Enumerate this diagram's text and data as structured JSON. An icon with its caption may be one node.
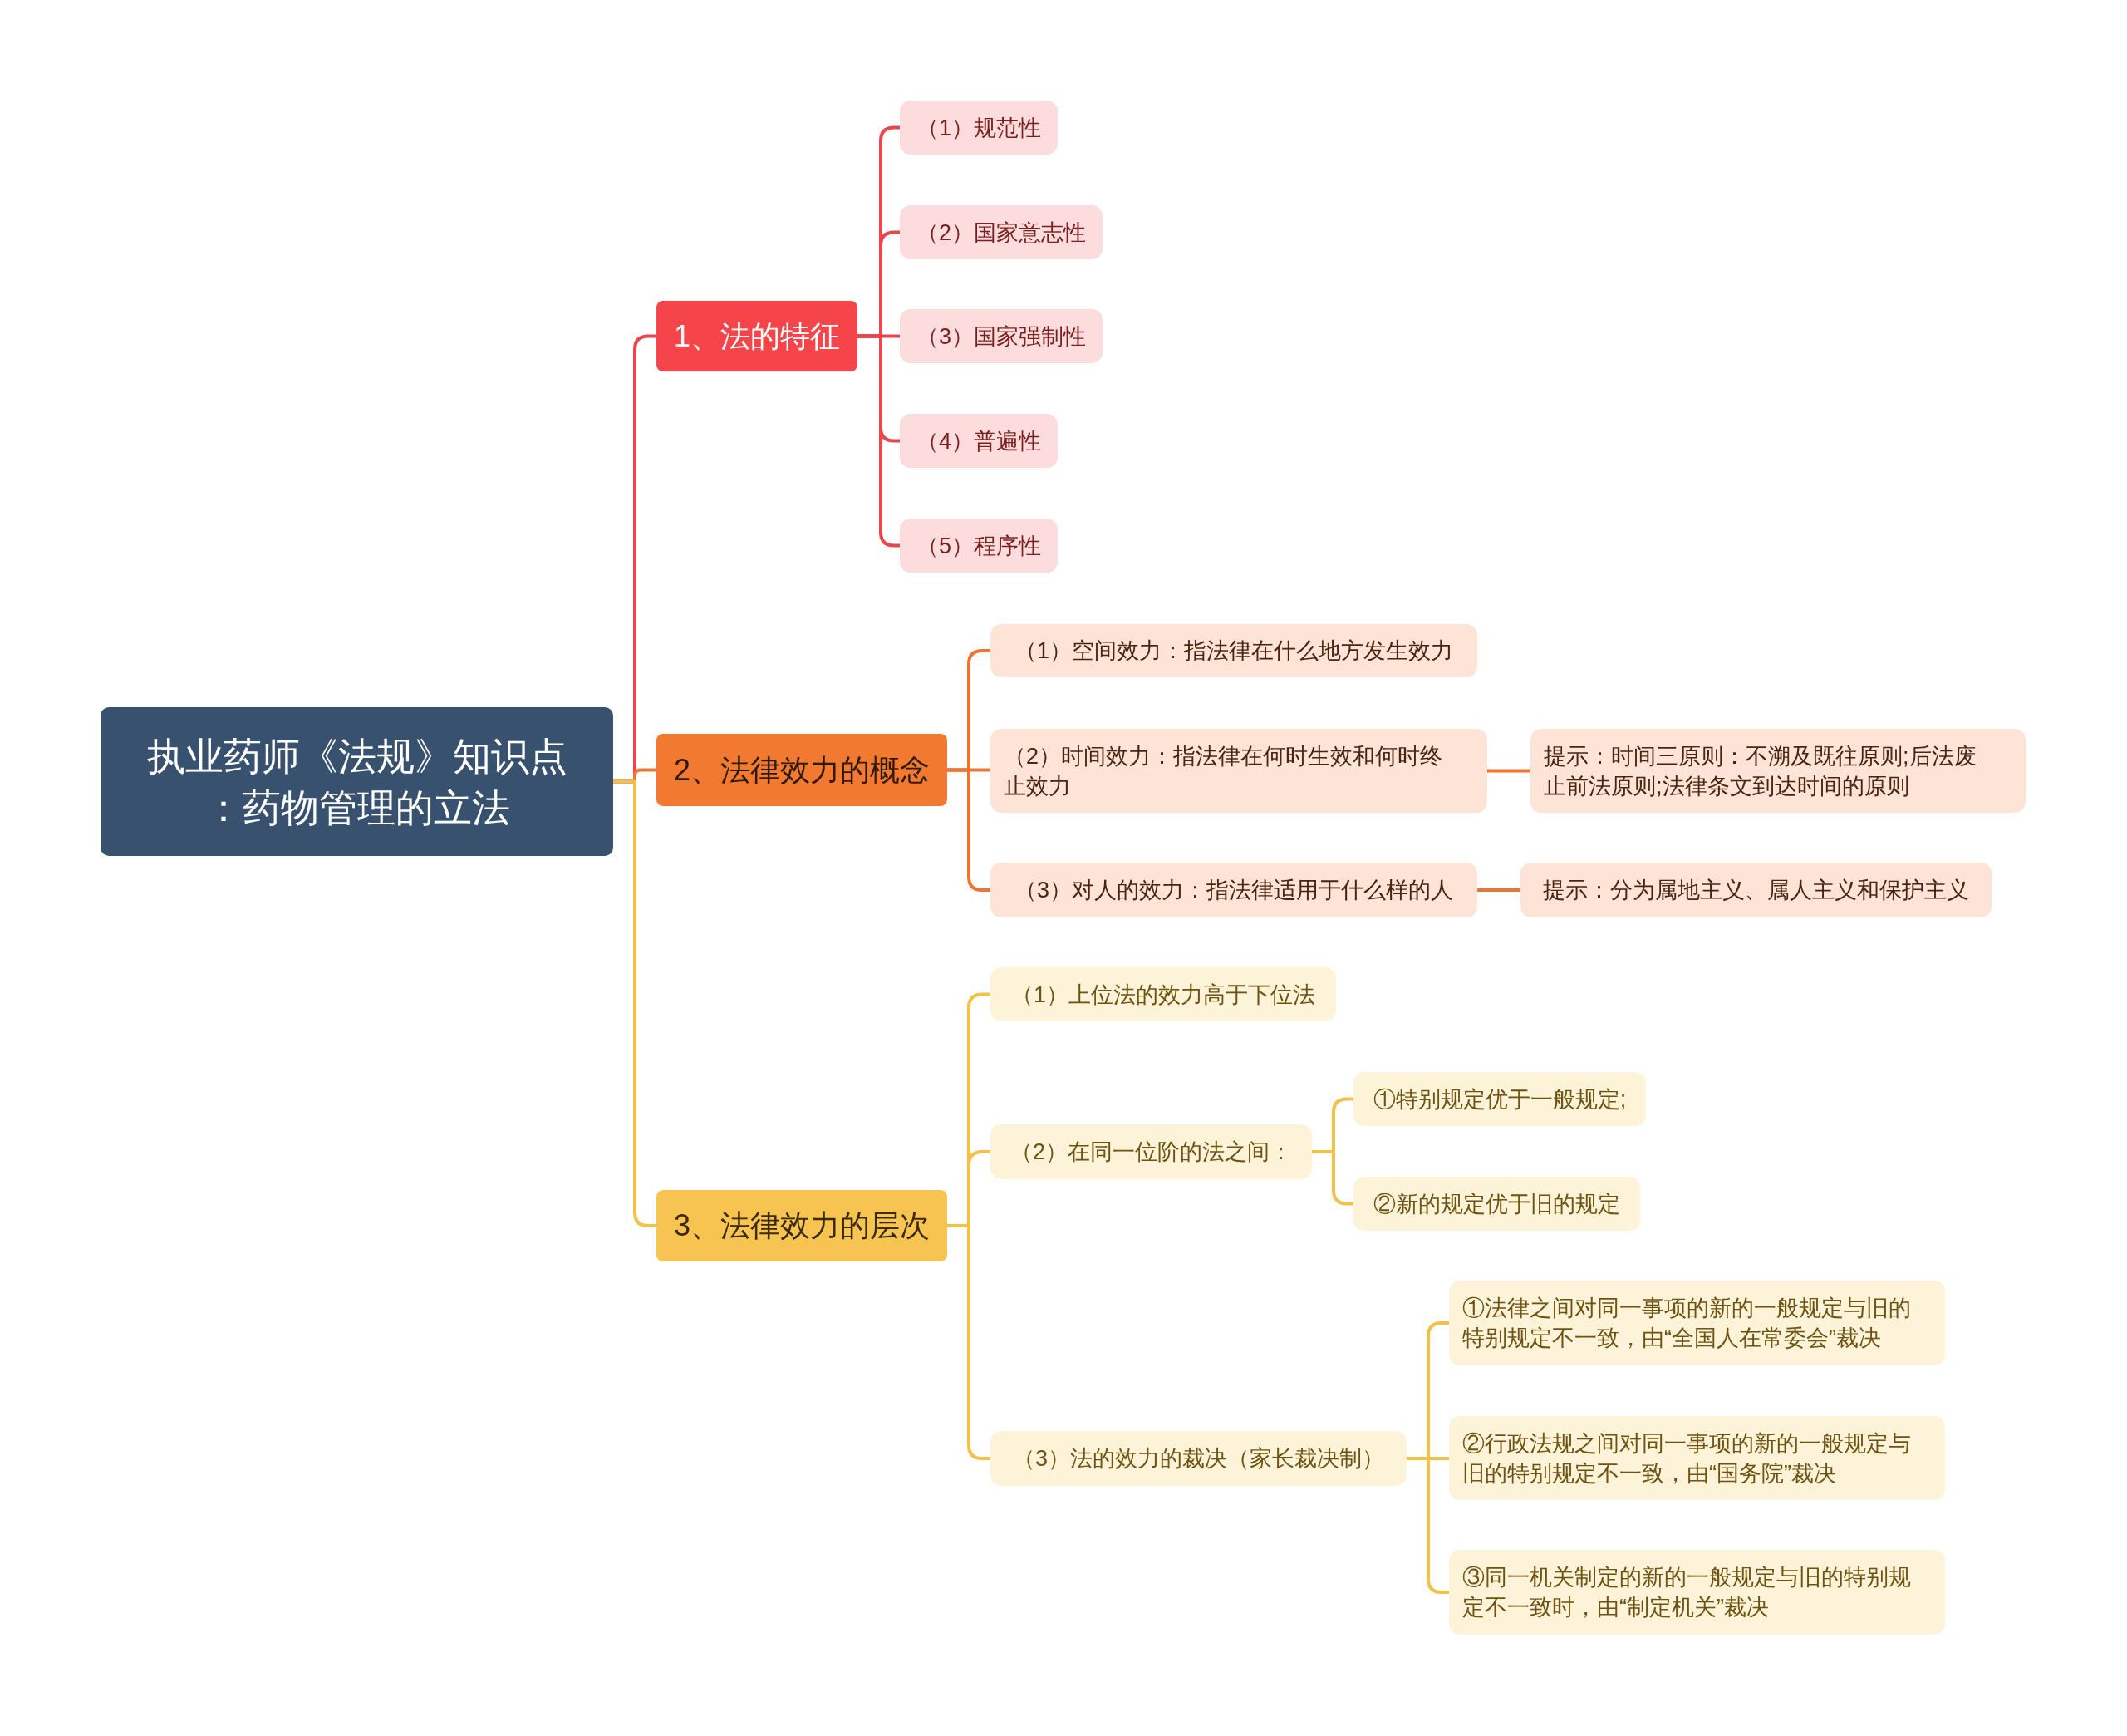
{
  "diagram": {
    "nodes": [
      {
        "text": [
          "执业药师《法规》知识点：药物管理的立法"
        ]
      },
      {
        "text": [
          "1、法的特征"
        ]
      },
      {
        "text": [
          "（1）规范性"
        ]
      },
      {
        "text": [
          "（2）国家意志性"
        ]
      },
      {
        "text": [
          "（3）国家强制性"
        ]
      },
      {
        "text": [
          "（4）普遍性"
        ]
      },
      {
        "text": [
          "（5）程序性"
        ]
      },
      {
        "text": [
          "2、法律效力的概念"
        ]
      },
      {
        "text": [
          "（1）空间效力：指法律在什么地方发生效力"
        ]
      },
      {
        "text": [
          "（2）时间效力：指法律在何时生效和何时终止效力"
        ]
      },
      {
        "text": [
          "提示：时间三原则：不溯及既往原则;后法废止前法原则;法律条文到达时间的原则"
        ]
      },
      {
        "text": [
          "（3）对人的效力：指法律适用于什么样的人"
        ]
      },
      {
        "text": [
          "提示：分为属地主义、属人主义和保护主义"
        ]
      },
      {
        "text": [
          "3、法律效力的层次"
        ]
      },
      {
        "text": [
          "（1）上位法的效力高于下位法"
        ]
      },
      {
        "text": [
          "（2）在同一位阶的法之间："
        ]
      },
      {
        "text": [
          "①特别规定优于一般规定;"
        ]
      },
      {
        "text": [
          "②新的规定优于旧的规定"
        ]
      },
      {
        "text": [
          "（3）法的效力的裁决（家长裁决制）"
        ]
      },
      {
        "text": [
          "①法律之间对同一事项的新的一般规定与旧的特别规定不一致，由“全国人在常委会”裁决"
        ]
      },
      {
        "text": [
          "②行政法规之间对同一事项的新的一般规定与旧的特别规定不一致，由“国务院”裁决"
        ]
      },
      {
        "text": [
          "③同一机关制定的新的一般规定与旧的特别规定不一致时，由“制定机关”裁决"
        ]
      }
    ],
    "edges": [
      {
        "from": 0,
        "to": 1,
        "arrow": "none",
        "color": "#e8474e"
      },
      {
        "from": 1,
        "to": 2,
        "arrow": "none",
        "color": "#e8474e"
      },
      {
        "from": 1,
        "to": 3,
        "arrow": "none",
        "color": "#e8474e"
      },
      {
        "from": 1,
        "to": 4,
        "arrow": "none",
        "color": "#e8474e"
      },
      {
        "from": 1,
        "to": 5,
        "arrow": "none",
        "color": "#e8474e"
      },
      {
        "from": 1,
        "to": 6,
        "arrow": "none",
        "color": "#e8474e"
      },
      {
        "from": 0,
        "to": 7,
        "arrow": "none",
        "color": "#ea7634"
      },
      {
        "from": 7,
        "to": 8,
        "arrow": "none",
        "color": "#ea7634"
      },
      {
        "from": 7,
        "to": 9,
        "arrow": "none",
        "color": "#ea7634"
      },
      {
        "from": 9,
        "to": 10,
        "arrow": "none",
        "color": "#ea7634"
      },
      {
        "from": 7,
        "to": 11,
        "arrow": "none",
        "color": "#ea7634"
      },
      {
        "from": 11,
        "to": 12,
        "arrow": "none",
        "color": "#ea7634"
      },
      {
        "from": 0,
        "to": 13,
        "arrow": "none"
      },
      {
        "from": 13,
        "to": 14,
        "arrow": "none"
      },
      {
        "from": 13,
        "to": 15,
        "arrow": "none"
      },
      {
        "from": 15,
        "to": 16,
        "arrow": "none"
      },
      {
        "from": 15,
        "to": 17,
        "arrow": "none"
      },
      {
        "from": 13,
        "to": 18,
        "arrow": "none"
      },
      {
        "from": 18,
        "to": 19,
        "arrow": "none"
      },
      {
        "from": 18,
        "to": 20,
        "arrow": "none"
      },
      {
        "from": 18,
        "to": 21,
        "arrow": "none"
      }
    ]
  }
}
